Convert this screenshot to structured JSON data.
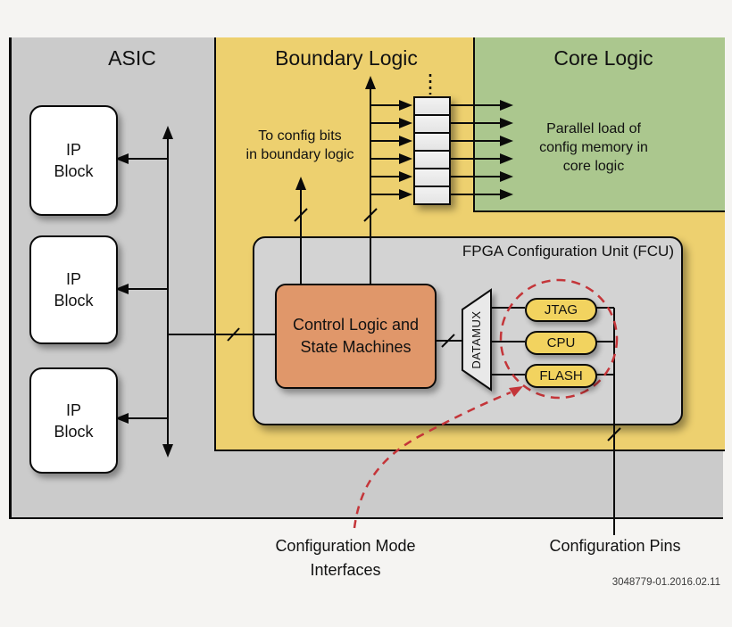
{
  "regions": {
    "asic": "ASIC",
    "boundary": "Boundary Logic",
    "core": "Core Logic"
  },
  "ip_block": {
    "line1": "IP",
    "line2": "Block"
  },
  "boundary_annotation": {
    "line1": "To config bits",
    "line2": "in boundary logic"
  },
  "core_annotation": {
    "line1": "Parallel load of",
    "line2": "config memory in",
    "line3": "core logic"
  },
  "fcu": {
    "title": "FPGA Configuration Unit (FCU)",
    "control_logic": {
      "line1": "Control Logic and",
      "line2": "State Machines"
    },
    "datamux_label": "DATAMUX",
    "interfaces": [
      {
        "label": "JTAG"
      },
      {
        "label": "CPU"
      },
      {
        "label": "FLASH"
      }
    ]
  },
  "footer": {
    "config_mode_line1": "Configuration Mode",
    "config_mode_line2": "Interfaces",
    "config_pins": "Configuration Pins",
    "doc_number": "3048779-01.2016.02.11"
  },
  "colors": {
    "asic_gray": "#cbcbcb",
    "boundary_yellow": "#edd06f",
    "core_green": "#abc78e",
    "fcu_gray": "#d3d3d3",
    "control_orange": "#e0976a",
    "pill_yellow": "#f2d35f",
    "highlight_red": "#c43539",
    "line_black": "#0a0a0a",
    "background": "#f5f4f2"
  }
}
